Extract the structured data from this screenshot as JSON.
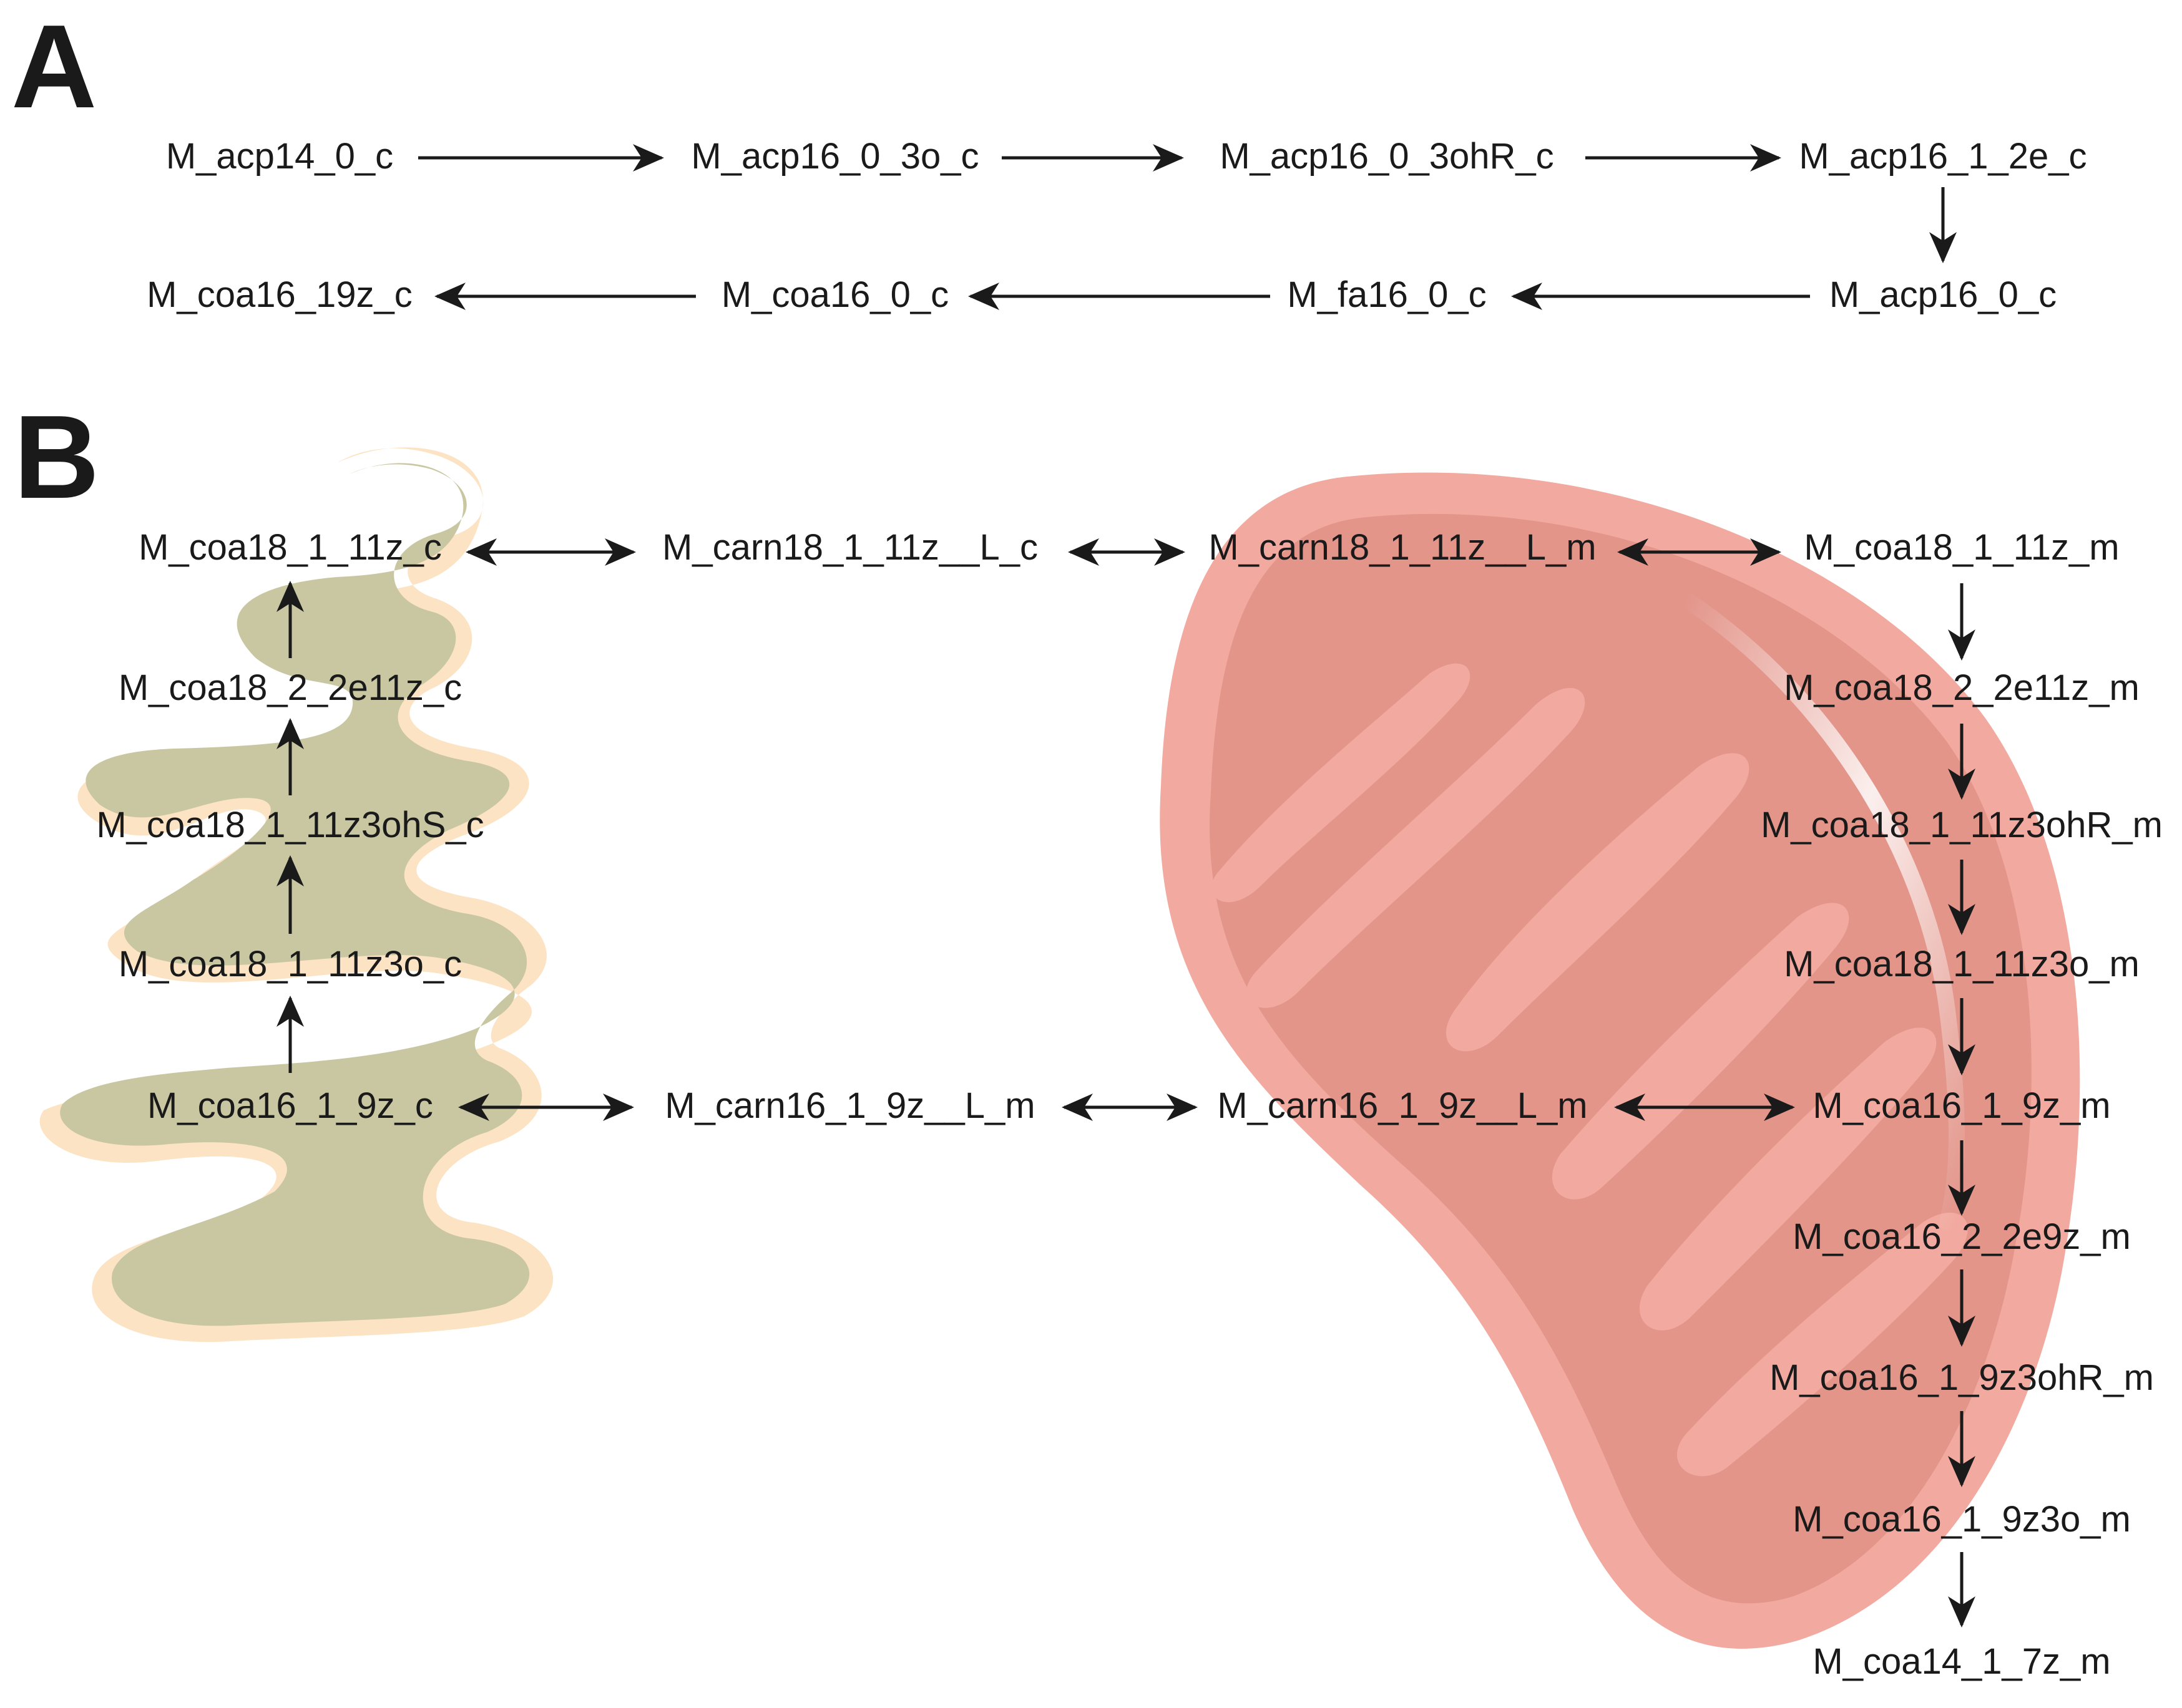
{
  "panels": {
    "a": "A",
    "b": "B"
  },
  "colors": {
    "er_outer": "#fbe3c4",
    "er_inner": "#c3c19d",
    "mito_outer": "#f2aaa0",
    "mito_inner": "#e3958a",
    "cristae": "#f0aca2",
    "arrow": "#1a1a1a"
  },
  "panel_a": {
    "nodes": [
      "M_acp14_0_c",
      "M_acp16_0_3o_c",
      "M_acp16_0_3ohR_c",
      "M_acp16_1_2e_c",
      "M_acp16_0_c",
      "M_fa16_0_c",
      "M_coa16_0_c",
      "M_coa16_19z_c"
    ]
  },
  "panel_b": {
    "er_chain": [
      "M_coa16_1_9z_c",
      "M_coa18_1_11z3o_c",
      "M_coa18_1_11z3ohS_c",
      "M_coa18_2_2e11z_c",
      "M_coa18_1_11z_c"
    ],
    "transport_top": [
      "M_carn18_1_11z__L_c",
      "M_carn18_1_11z__L_m"
    ],
    "transport_bottom": [
      "M_carn16_1_9z__L_m",
      "M_carn16_1_9z__L_m"
    ],
    "mito_chain": [
      "M_coa18_1_11z_m",
      "M_coa18_2_2e11z_m",
      "M_coa18_1_11z3ohR_m",
      "M_coa18_1_11z3o_m",
      "M_coa16_1_9z_m",
      "M_coa16_2_2e9z_m",
      "M_coa16_1_9z3ohR_m",
      "M_coa16_1_9z3o_m",
      "M_coa14_1_7z_m"
    ]
  }
}
